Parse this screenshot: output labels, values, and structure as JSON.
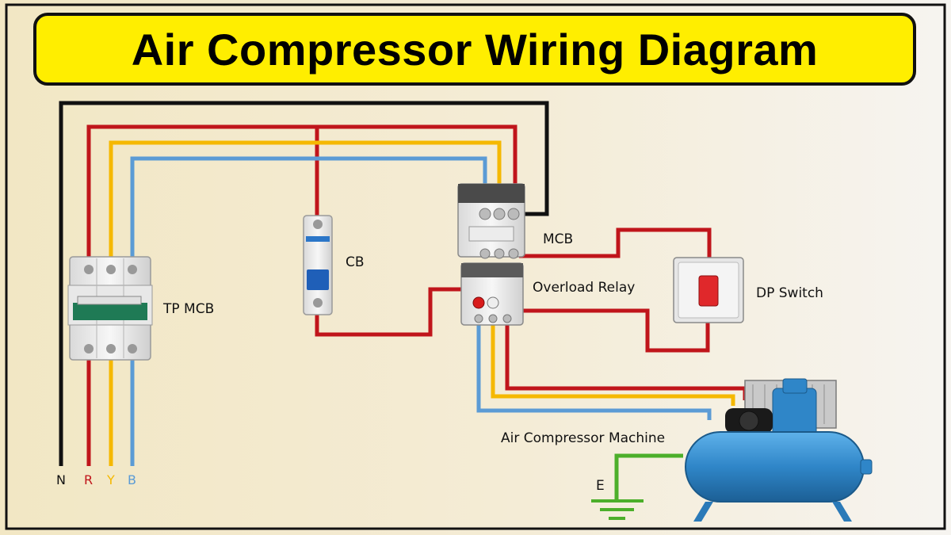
{
  "title": "Air Compressor Wiring Diagram",
  "labels": {
    "tp_mcb": "TP MCB",
    "cb": "CB",
    "mcb": "MCB",
    "overload_relay": "Overload Relay",
    "dp_switch": "DP Switch",
    "air_compressor": "Air Compressor Machine",
    "earth": "E"
  },
  "phases": [
    {
      "letter": "N",
      "color": "#111111"
    },
    {
      "letter": "R",
      "color": "#c0151b"
    },
    {
      "letter": "Y",
      "color": "#f5b800"
    },
    {
      "letter": "B",
      "color": "#5b9bd5"
    }
  ],
  "colors": {
    "border": "#111111",
    "title_bg": "#ffee00",
    "wire_neutral": "#111111",
    "wire_red": "#c0151b",
    "wire_yellow": "#f5b800",
    "wire_blue": "#5b9bd5",
    "wire_earth": "#4caf2a",
    "compressor": "#2f86c8"
  }
}
